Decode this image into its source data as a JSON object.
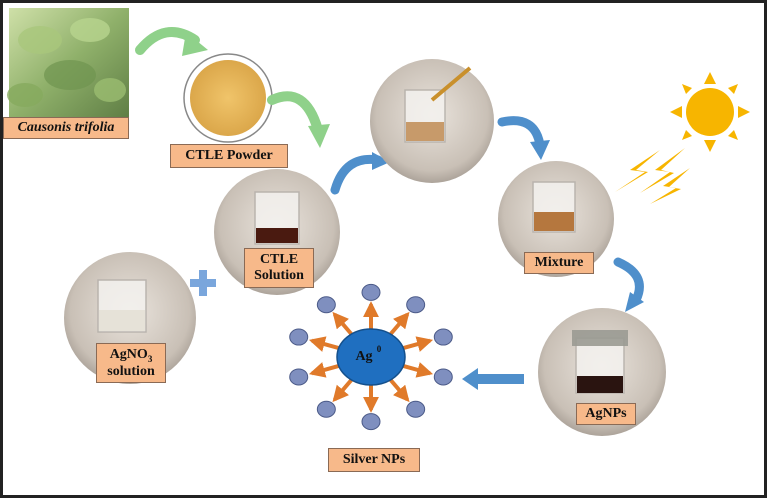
{
  "labels": {
    "plant": "Causonis trifolia",
    "powder": "CTLE Powder",
    "solution_line1": "CTLE",
    "solution_line2": "Solution",
    "agno3_prefix": "AgNO",
    "agno3_sub": "3",
    "agno3_line2": "solution",
    "mixture": "Mixture",
    "agnps": "AgNPs",
    "silver_nps": "Silver NPs",
    "ag_core": "Ag",
    "ag_core_sup": "0"
  },
  "colors": {
    "label_fill": "#f7b98a",
    "arrow_green": "#8fd18a",
    "arrow_blue": "#4f8fcb",
    "plus_blue": "#7aa6dc",
    "sun": "#f7b500",
    "core": "#1f6fc0",
    "satellite": "#7f8fbf",
    "spike": "#e07a2a",
    "frame": "#222222"
  }
}
